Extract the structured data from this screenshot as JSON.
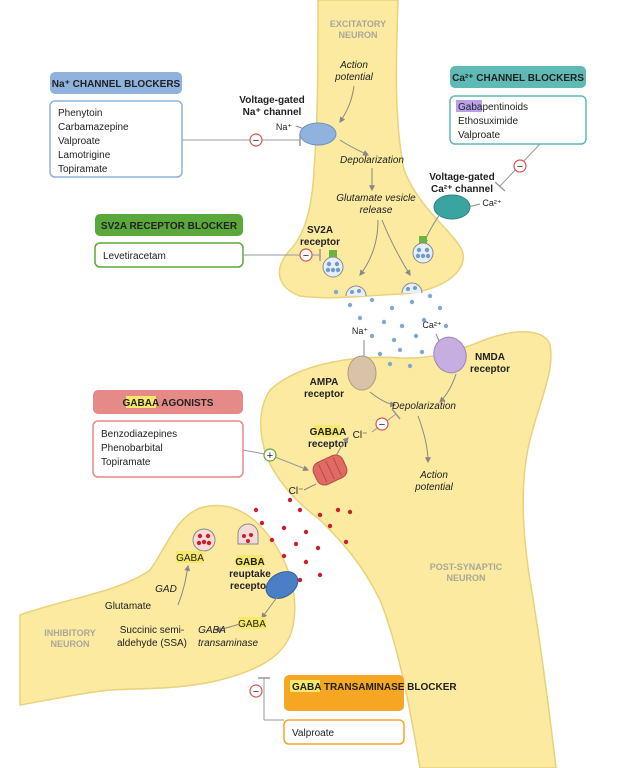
{
  "neurons": {
    "excitatory": [
      "EXCITATORY",
      "NEURON"
    ],
    "post_synaptic": [
      "POST-SYNAPTIC",
      "NEURON"
    ],
    "inhibitory": [
      "INHIBITORY",
      "NEURON"
    ]
  },
  "na_blockers": {
    "title": "Na⁺ CHANNEL BLOCKERS",
    "color": "#8fb2df",
    "drugs": [
      "Phenytoin",
      "Carbamazepine",
      "Valproate",
      "Lamotrigine",
      "Topiramate"
    ]
  },
  "ca_blockers": {
    "title": "Ca²⁺ CHANNEL BLOCKERS",
    "color": "#5fb9b5",
    "drugs": [
      "Gabapentinoids",
      "Ethosuximide",
      "Valproate"
    ]
  },
  "sv2a": {
    "title": "SV2A RECEPTOR BLOCKER",
    "color": "#5aa83c",
    "drugs": [
      "Levetiracetam"
    ]
  },
  "gaba_agonists": {
    "title": "GABAA AGONISTS",
    "color": "#e58a86",
    "drugs": [
      "Benzodiazepines",
      "Phenobarbital",
      "Topiramate"
    ]
  },
  "gaba_transaminase": {
    "title": "GABA TRANSAMINASE BLOCKER",
    "color": "#f5a623",
    "drugs": [
      "Valproate"
    ]
  },
  "labels": {
    "action_potential_1": [
      "Action",
      "potential"
    ],
    "voltage_na": [
      "Voltage-gated",
      "Na⁺ channel"
    ],
    "na_plus": "Na⁺",
    "depolarization": "Depolarization",
    "glutamate_release": [
      "Glutamate vesicle",
      "release"
    ],
    "voltage_ca": [
      "Voltage-gated",
      "Ca²⁺ channel"
    ],
    "ca_2plus": "Ca²⁺",
    "sv2a_receptor": [
      "SV2A",
      "receptor"
    ],
    "na_plus_2": "Na⁺",
    "ca_2plus_2": "Ca²⁺",
    "ampa": [
      "AMPA",
      "receptor"
    ],
    "nmda": [
      "NMDA",
      "receptor"
    ],
    "depolarization_2": "Depolarization",
    "cl_minus_1": "Cl⁻",
    "gaba_a_receptor": [
      "GABAA",
      "receptor"
    ],
    "cl_minus_2": "Cl⁻",
    "action_potential_2": [
      "Action",
      "potential"
    ],
    "gaba_1": "GABA",
    "gad": "GAD",
    "glutamate": "Glutamate",
    "gaba_reuptake": [
      "GABA",
      "reuptake",
      "receptor"
    ],
    "gaba_2": "GABA",
    "ssa": [
      "Succinic semi-",
      "aldehyde (SSA)"
    ],
    "gaba_transaminase": [
      "GABA",
      "transaminase"
    ]
  },
  "symbols": {
    "minus": "−",
    "plus": "+"
  }
}
